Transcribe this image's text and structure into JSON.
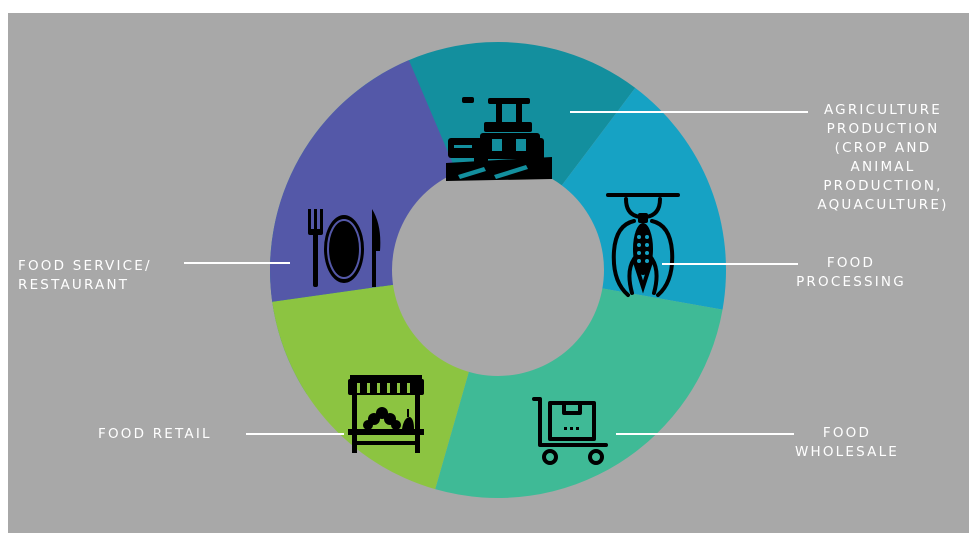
{
  "diagram": {
    "segments": [
      {
        "id": "agriculture",
        "label": "AGRICULTURE\nPRODUCTION\n(CROP AND\nANIMAL\nPRODUCTION,\nAQUACULTURE)",
        "color": "#138f9e",
        "icon": "tractor-icon"
      },
      {
        "id": "processing",
        "label": "FOOD\nPROCESSING",
        "color": "#16a2c4",
        "icon": "corn-machine-icon"
      },
      {
        "id": "wholesale",
        "label": "FOOD\nWHOLESALE",
        "color": "#3fba96",
        "icon": "cargo-cart-icon"
      },
      {
        "id": "retail",
        "label": "FOOD RETAIL",
        "color": "#8cc441",
        "icon": "market-stall-icon"
      },
      {
        "id": "service",
        "label": "FOOD SERVICE/\nRESTAURANT",
        "color": "#5458a8",
        "icon": "plate-cutlery-icon"
      }
    ],
    "background": "#a8a8a8",
    "hole_color": "#a8a8a8"
  }
}
